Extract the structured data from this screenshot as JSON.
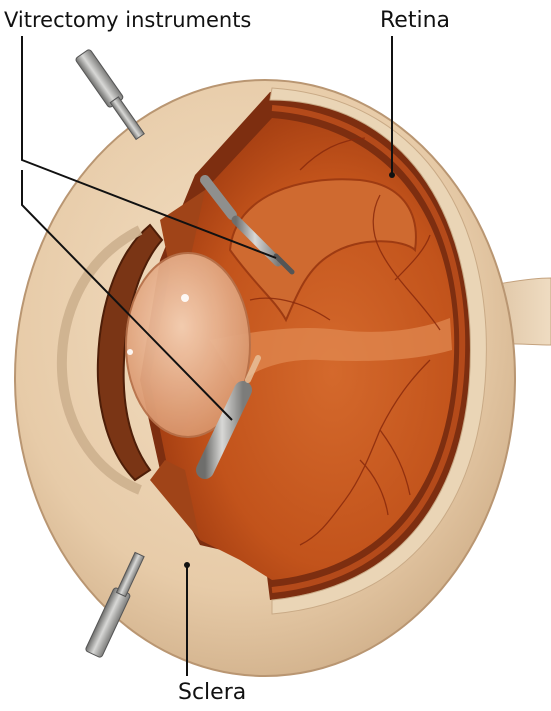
{
  "labels": {
    "vitrectomy": "Vitrectomy instruments",
    "retina": "Retina",
    "sclera": "Sclera"
  },
  "colors": {
    "sclera": "#e9cfae",
    "choroid": "#8c3512",
    "interior": "#c9581f",
    "vitreous": "#e07a45",
    "lens": "#e9b08c",
    "iris": "#7a3515",
    "instrument": "#9a9a98",
    "leader": "#111111"
  },
  "icons": [
    "eyeball-cross-section",
    "vitrectomy-probe",
    "light-pipe",
    "infusion-cannula"
  ]
}
